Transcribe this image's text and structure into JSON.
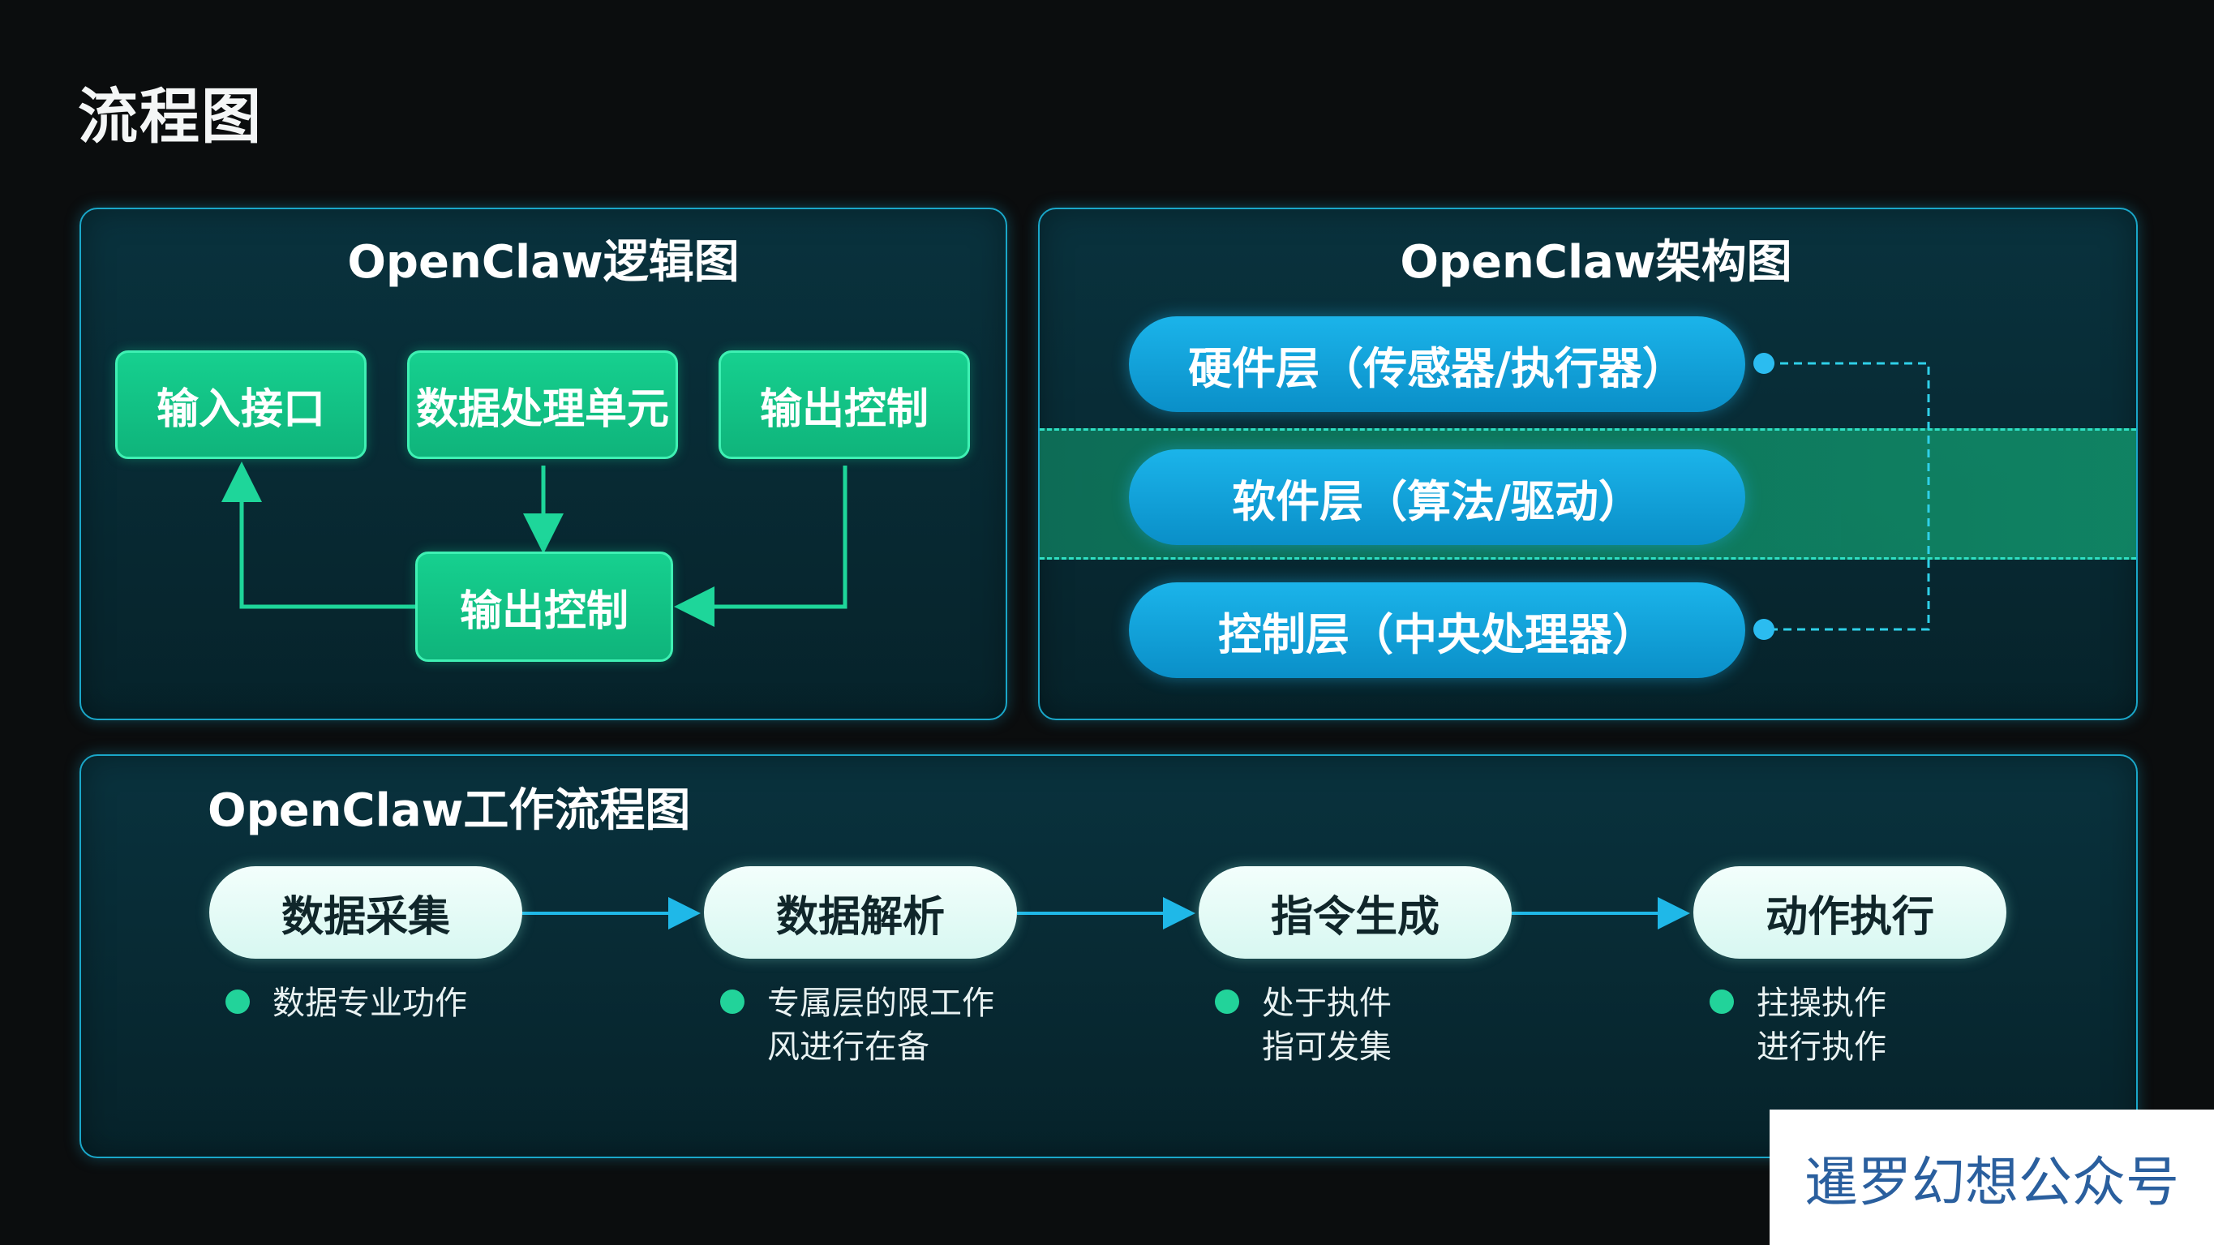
{
  "page": {
    "title": "流程图"
  },
  "logic_diagram": {
    "title": "OpenClaw逻辑图",
    "boxes": {
      "input": "输入接口",
      "processing": "数据处理单元",
      "output_top": "输出控制",
      "output_bottom": "输出控制"
    },
    "colors": {
      "box_fill": "#12c587",
      "connector": "#1ed69a"
    }
  },
  "architecture": {
    "title": "OpenClaw架构图",
    "layers": [
      {
        "label": "硬件层（传感器/执行器）"
      },
      {
        "label": "软件层（算法/驱动）"
      },
      {
        "label": "控制层（中央处理器）"
      }
    ],
    "colors": {
      "layer_fill": "#12a6df",
      "band": "#0f8a67",
      "dashed_link": "#2fd0e8"
    }
  },
  "workflow": {
    "title": "OpenClaw工作流程图",
    "steps": [
      {
        "label": "数据采集",
        "notes": [
          "数据专业功作"
        ]
      },
      {
        "label": "数据解析",
        "notes": [
          "专属层的限工作",
          "风进行在备"
        ]
      },
      {
        "label": "指令生成",
        "notes": [
          "处于执件",
          "指可发集"
        ]
      },
      {
        "label": "动作执行",
        "notes": [
          "拄操执作",
          "进行执作"
        ]
      }
    ],
    "colors": {
      "step_fill": "#e6fbf6",
      "arrow": "#1fb8e8",
      "note_dot": "#22d39a"
    }
  },
  "watermark": {
    "text": "暹罗幻想公众号"
  },
  "theme": {
    "background": "#0b0d0e",
    "panel_border": "#1aa7c9",
    "panel_fill": "#08323d"
  }
}
